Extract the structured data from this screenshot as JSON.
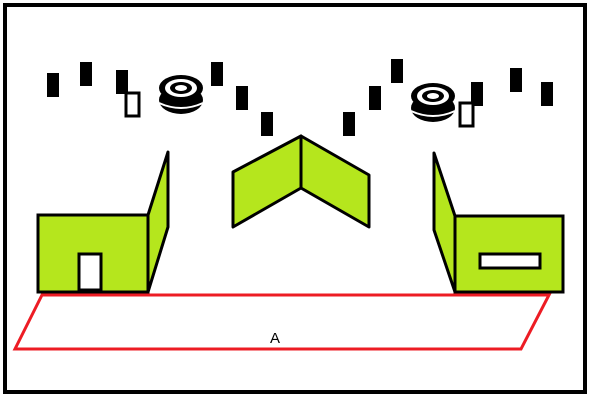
{
  "scene": {
    "floor_label": "A"
  },
  "colors": {
    "frame": "#000000",
    "background": "#ffffff",
    "wall_fill": "#b5e61d",
    "outline": "#000000",
    "floor_outline": "#ed1c24",
    "door_fill": "#ffffff",
    "hanging_block": "#000000"
  },
  "objects": {
    "hanging_blocks": "black-rectangle",
    "hollow_blocks": "outlined-rectangle",
    "rings": "coiled-ring-icon",
    "left_structure": "green-wall-with-door",
    "center_structure": "green-v-shaped-wall",
    "right_structure": "green-wall-with-window-slot",
    "floor": "red-parallelogram-floor"
  }
}
